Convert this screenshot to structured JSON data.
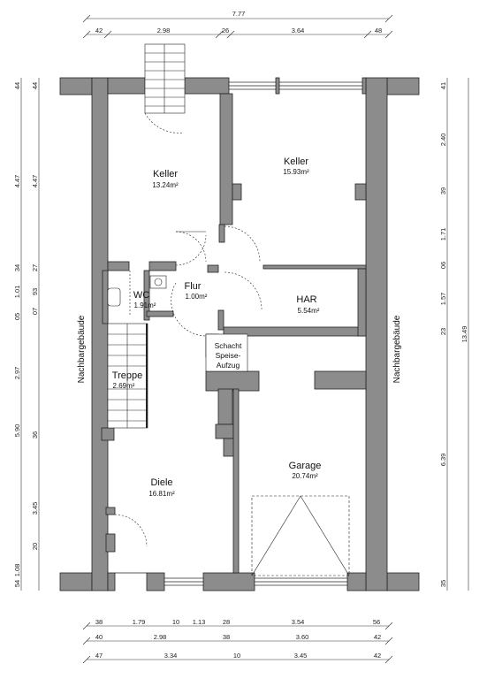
{
  "dimensions": {
    "top_total": "7.77",
    "top_row": [
      "42",
      "2.98",
      "26",
      "3.64",
      "48"
    ],
    "bottom_row1": [
      "38",
      "1.79",
      "10",
      "1.13",
      "28",
      "3.54",
      "56"
    ],
    "bottom_row2": [
      "40",
      "2.98",
      "38",
      "3.60",
      "42"
    ],
    "bottom_row3": [
      "47",
      "3.34",
      "10",
      "3.45",
      "42"
    ],
    "left_outer": [
      "44",
      "4.47",
      "34",
      "1.01",
      "05",
      "2.97",
      "5.90",
      "1.08",
      "54"
    ],
    "left_inner": [
      "44",
      "4.47",
      "27",
      "93",
      "07",
      "36",
      "3.45",
      "20"
    ],
    "right_outer": "13.49",
    "right_inner": [
      "41",
      "2.40",
      "39",
      "1.71",
      "06",
      "1.57",
      "23",
      "6.39",
      "35"
    ]
  },
  "rooms": {
    "keller1": {
      "name": "Keller",
      "area": "13.24m²"
    },
    "keller2": {
      "name": "Keller",
      "area": "15.93m²"
    },
    "flur": {
      "name": "Flur",
      "area": "1.00m²"
    },
    "wc": {
      "name": "WC",
      "area": "1.91m²"
    },
    "har": {
      "name": "HAR",
      "area": "5.54m²"
    },
    "treppe": {
      "name": "Treppe",
      "area": "2.69m²"
    },
    "schacht": {
      "line1": "Schacht",
      "line2": "Speise-",
      "line3": "Aufzug"
    },
    "diele": {
      "name": "Diele",
      "area": "16.81m²"
    },
    "garage": {
      "name": "Garage",
      "area": "20.74m²"
    }
  },
  "neighbors": {
    "left": "Nachbargebäude",
    "right": "Nachbargebäude"
  }
}
